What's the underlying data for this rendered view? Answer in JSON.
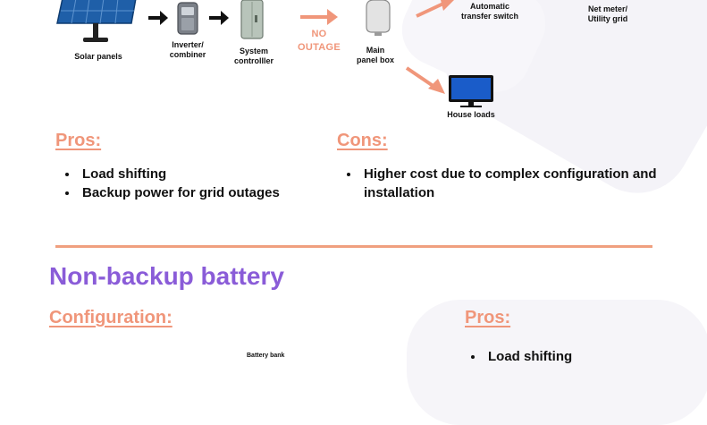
{
  "diagram": {
    "solar_label": "Solar panels",
    "inverter_label": "Inverter/\ncombiner",
    "controller_label": "System\ncontrolller",
    "outage_label": "NO\nOUTAGE",
    "panelbox_label": "Main\npanel box",
    "ats_label": "Automatic\ntransfer switch",
    "netmeter_label": "Net meter/\nUtility grid",
    "houseloads_label": "House loads"
  },
  "pros_section": {
    "heading": "Pros:",
    "items": [
      "Load shifting",
      "Backup power for grid outages"
    ]
  },
  "cons_section": {
    "heading": "Cons:",
    "items": [
      "Higher cost due to complex configuration and installation"
    ]
  },
  "nonbackup": {
    "title": "Non-backup battery",
    "config_heading": "Configuration:",
    "pros_heading": "Pros:",
    "battery_label": "Battery bank",
    "pros_items": [
      "Load shifting"
    ]
  },
  "colors": {
    "accent": "#f0967a",
    "title_purple": "#8a5cd8",
    "arrow_black": "#111111"
  }
}
